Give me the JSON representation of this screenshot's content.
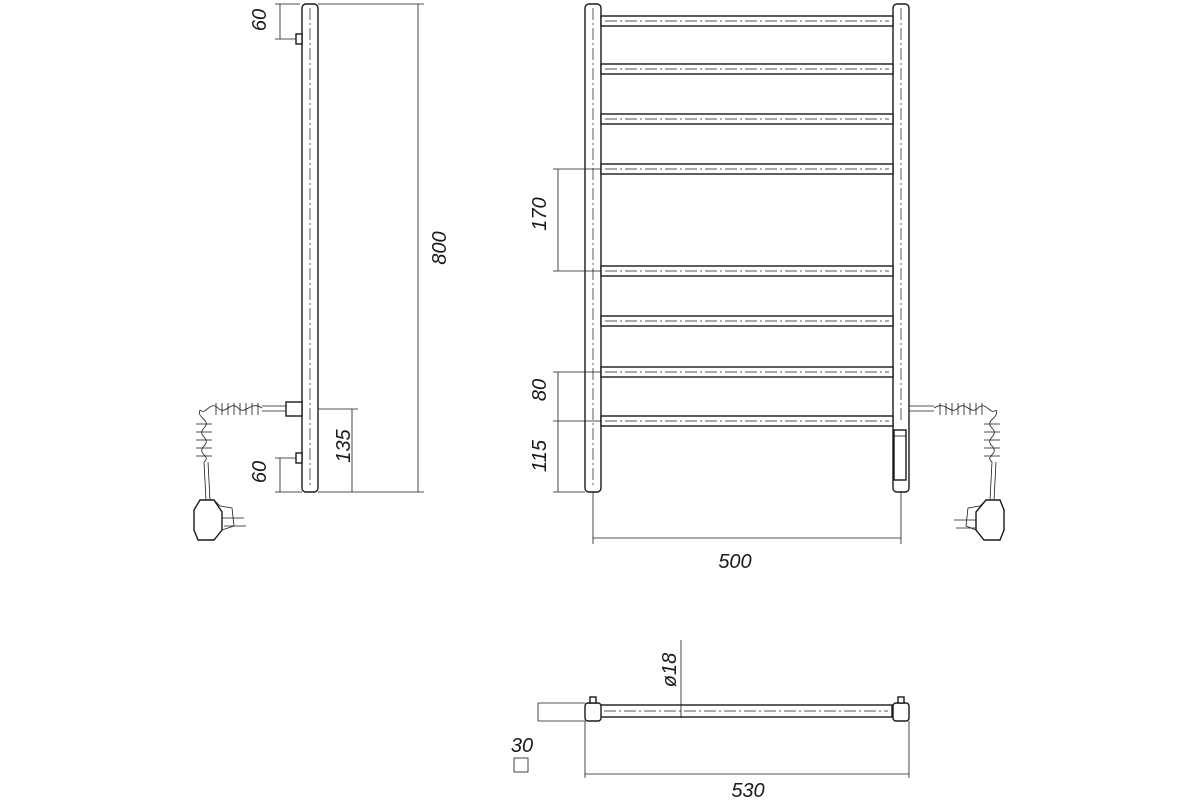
{
  "side_view": {
    "dim_top_offset": "60",
    "dim_total_height": "800",
    "dim_connection": "135",
    "dim_bottom_offset": "60"
  },
  "front_view": {
    "dim_bar_spacing": "170",
    "dim_bar_gap": "80",
    "dim_bottom_offset": "115",
    "dim_width": "500"
  },
  "plan_view": {
    "dim_diameter": "ø18",
    "dim_depth": "30",
    "dim_total_width": "530"
  }
}
